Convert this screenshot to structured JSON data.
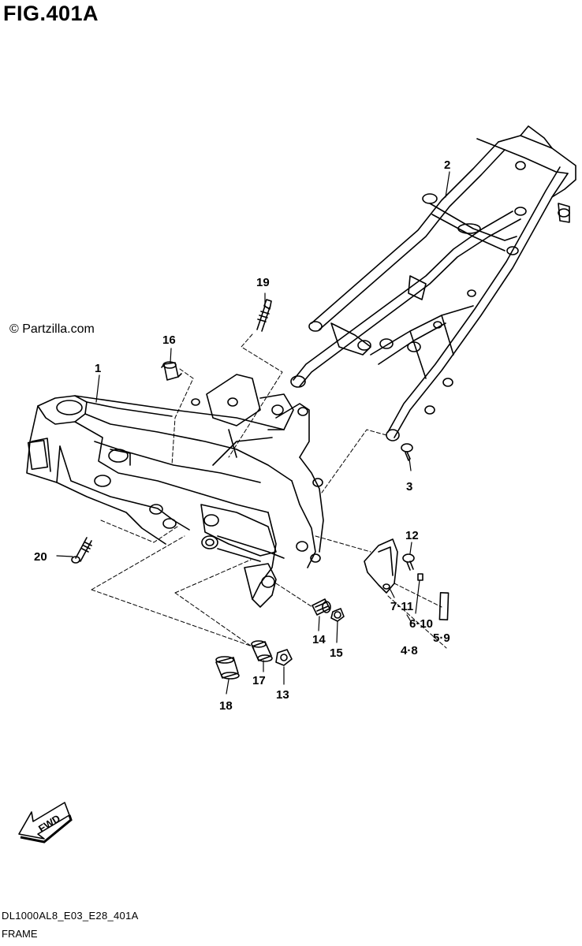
{
  "header": {
    "figure_title": "FIG.401A"
  },
  "watermark": {
    "text": "© Partzilla.com"
  },
  "forward_arrow": {
    "label": "FWD"
  },
  "callouts": {
    "c1": "1",
    "c2": "2",
    "c3": "3",
    "c12": "12",
    "c14": "14",
    "c15": "15",
    "c16": "16",
    "c17": "17",
    "c18": "18",
    "c19": "19",
    "c20": "20",
    "c13": "13",
    "c7_11": "7·11",
    "c6_10": "6·10",
    "c5_9": "5·9",
    "c4_8": "4·8"
  },
  "footer": {
    "code": "DL1000AL8_E03_E28_401A",
    "name": "FRAME"
  }
}
